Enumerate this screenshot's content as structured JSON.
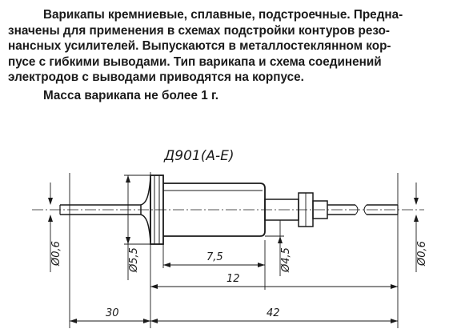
{
  "description": {
    "lines": [
      "Варикапы кремниевые, сплавные, подстроечные. Предна-",
      "значены для применения в схемах подстройки контуров резо-",
      "нансных усилителей. Выпускаются в металлостеклянном кор-",
      "пусе с гибкими выводами. Тип варикапа и схема соединений",
      "электродов с выводами приводятся на корпусе."
    ],
    "mass": "Масса варикапа не более 1 г."
  },
  "drawing": {
    "title": "Д901(А-Е)",
    "dimensions": {
      "lead_left_dia": "Ø0,6",
      "flange_dia": "Ø5,5",
      "body_length": "7,5",
      "body_dia": "Ø4,5",
      "lead_right_dia": "Ø0,6",
      "total_body_length": "12",
      "left_lead_length": "30",
      "right_length": "42"
    }
  }
}
